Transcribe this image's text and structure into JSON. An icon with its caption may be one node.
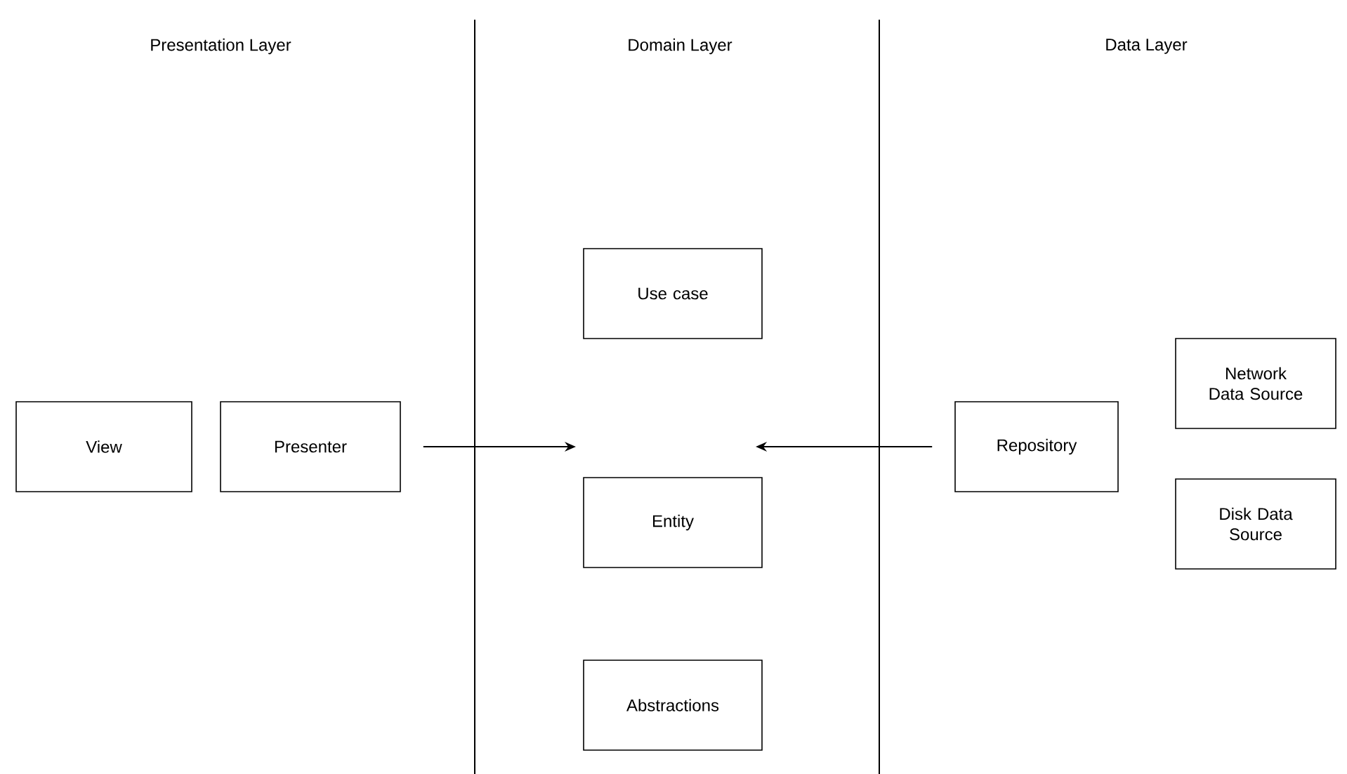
{
  "diagram": {
    "nodes": [
      {
        "text": [
          "View"
        ]
      },
      {
        "text": [
          "Presenter"
        ]
      },
      {
        "text": [
          "Use case"
        ]
      },
      {
        "text": [
          "Entity"
        ]
      },
      {
        "text": [
          "Abstractions"
        ]
      },
      {
        "text": [
          "Repository"
        ]
      },
      {
        "text": [
          "Network Data Source"
        ]
      },
      {
        "text": [
          "Disk Data Source"
        ]
      }
    ],
    "edges": [
      {
        "from": 1,
        "to": null,
        "arrow": "to"
      },
      {
        "from": 5,
        "to": null,
        "arrow": "to"
      }
    ],
    "labels": [
      "Presentation Layer",
      "Domain Layer",
      "Data Layer"
    ]
  }
}
